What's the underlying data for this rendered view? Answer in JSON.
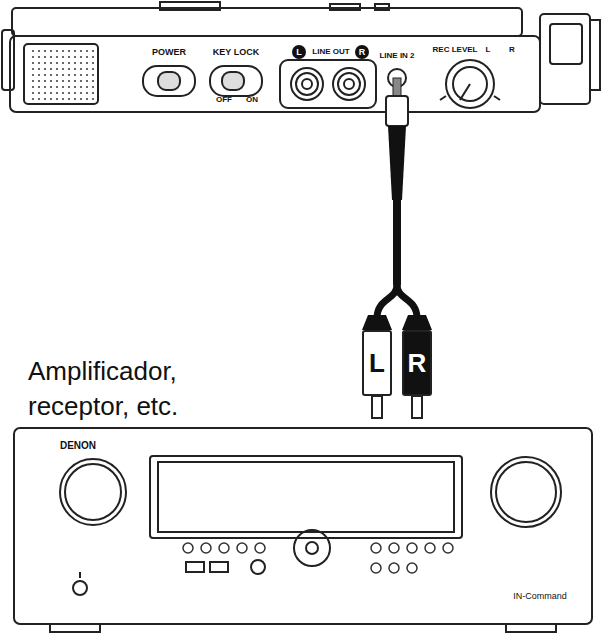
{
  "diagram": {
    "nodes": [
      {
        "text": [
          "L"
        ]
      },
      {
        "text": [
          "R"
        ]
      }
    ],
    "labels": [
      "POWER",
      "KEY LOCK",
      "OFF",
      "ON",
      "L",
      "LINE OUT",
      "R",
      "LINE IN 2",
      "REC LEVEL",
      "L",
      "R",
      "Amplificador, receptor, etc.",
      "DENON",
      "IN-Command"
    ]
  }
}
